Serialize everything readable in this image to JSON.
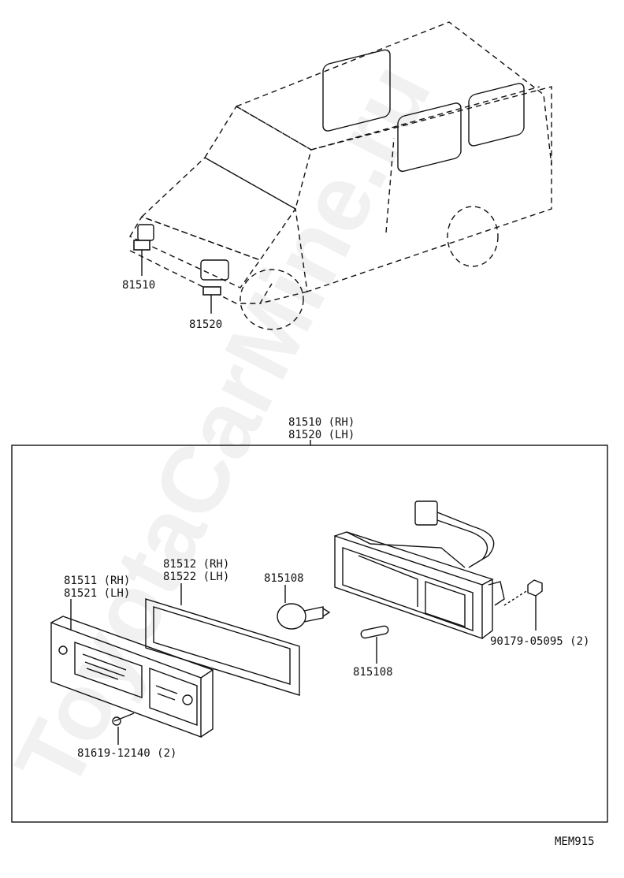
{
  "watermark": "ToyotaCarMine.ru",
  "labels": {
    "car_front_lamp_rh": "81510",
    "car_front_lamp_lh": "81520",
    "assembly_rh": "81510 (RH)",
    "assembly_lh": "81520 (LH)",
    "lens_rh": "81511 (RH)",
    "lens_lh": "81521 (LH)",
    "gasket_rh": "81512 (RH)",
    "gasket_lh": "81522 (LH)",
    "bulb_large": "815108",
    "bulb_small": "815108",
    "nut": "90179-05095 (2)",
    "screw": "81619-12140 (2)",
    "figure_code": "MEM915"
  }
}
